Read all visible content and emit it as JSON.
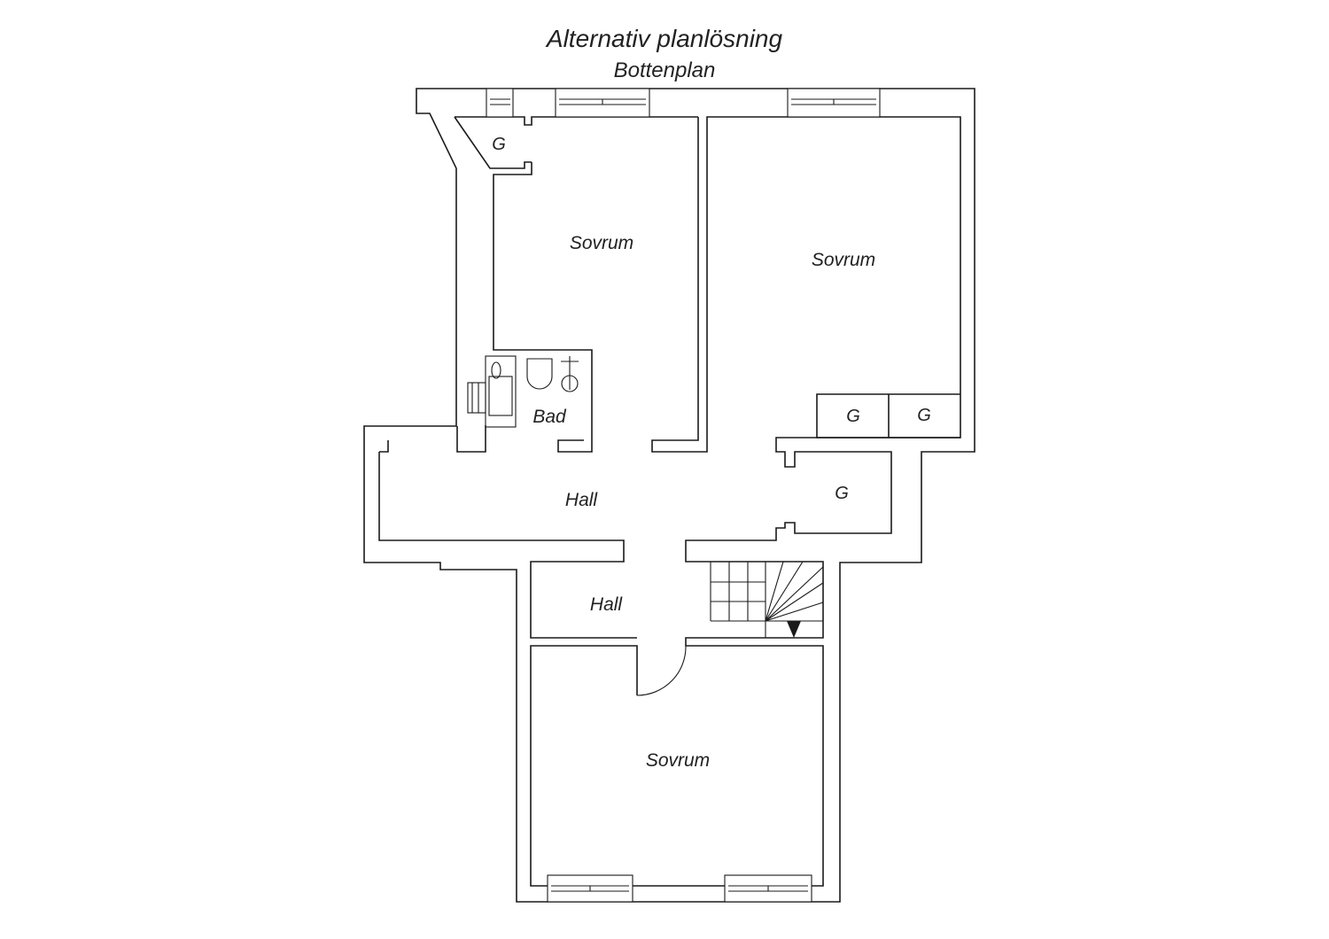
{
  "title": "Alternativ planlösning",
  "subtitle": "Bottenplan",
  "rooms": {
    "sovrum_upper_left": "Sovrum",
    "sovrum_upper_right": "Sovrum",
    "sovrum_lower": "Sovrum",
    "bad": "Bad",
    "hall_main": "Hall",
    "hall_lower": "Hall",
    "g_closet_top_left": "G",
    "g_closet_right_1": "G",
    "g_closet_right_2": "G",
    "g_closet_hall": "G"
  },
  "colors": {
    "line": "#1a1a1a",
    "background": "#ffffff"
  }
}
